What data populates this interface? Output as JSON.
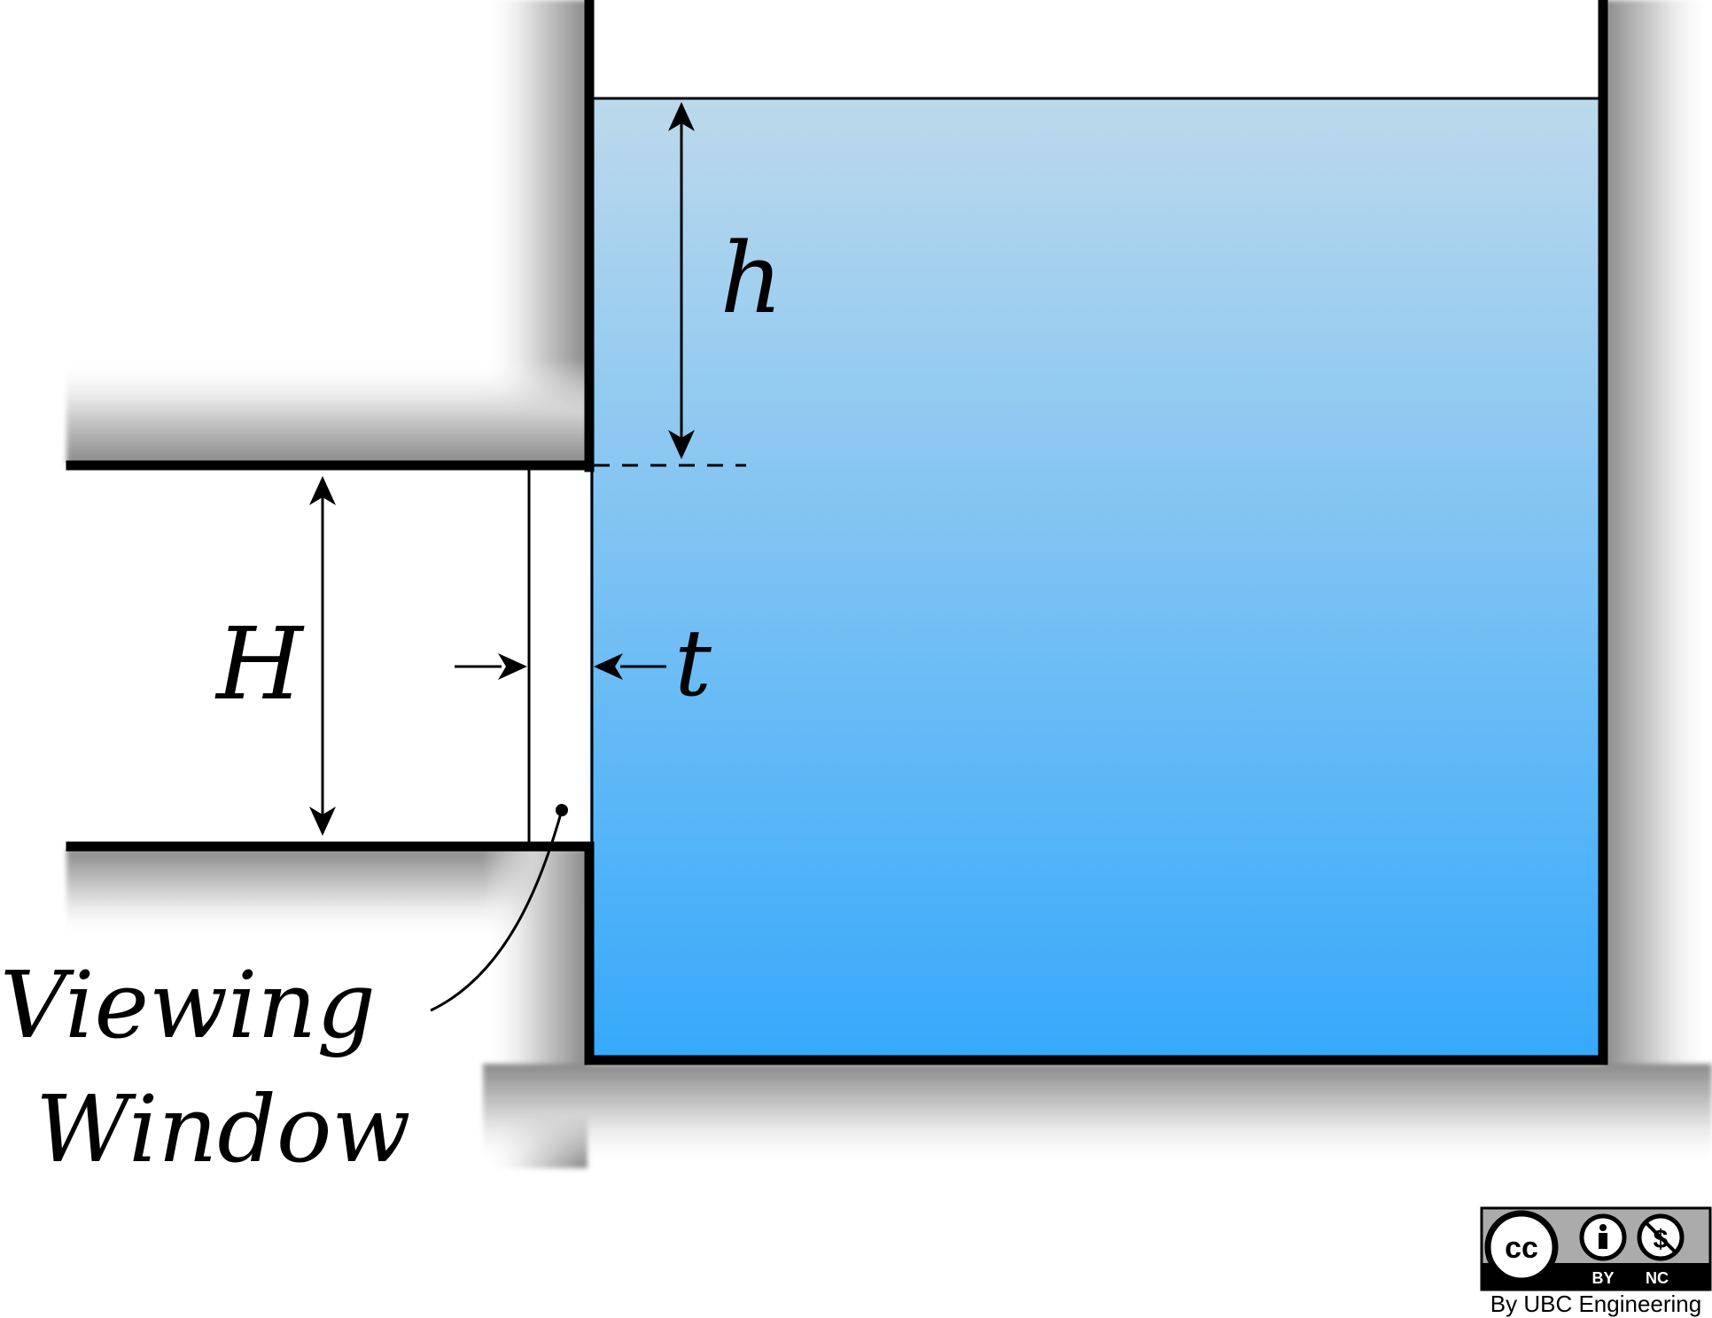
{
  "labels": {
    "h": "h",
    "H": "H",
    "t": "t"
  },
  "callout": {
    "line1": "Viewing",
    "line2": "Window"
  },
  "license": {
    "cc": "cc",
    "by": "BY",
    "nc": "NC",
    "credit": "By UBC Engineering"
  },
  "colors": {
    "water_top": "#bcd9ec",
    "water_bottom": "#36a9fb",
    "wall": "#000000",
    "shadow": "#9a9a9a"
  }
}
